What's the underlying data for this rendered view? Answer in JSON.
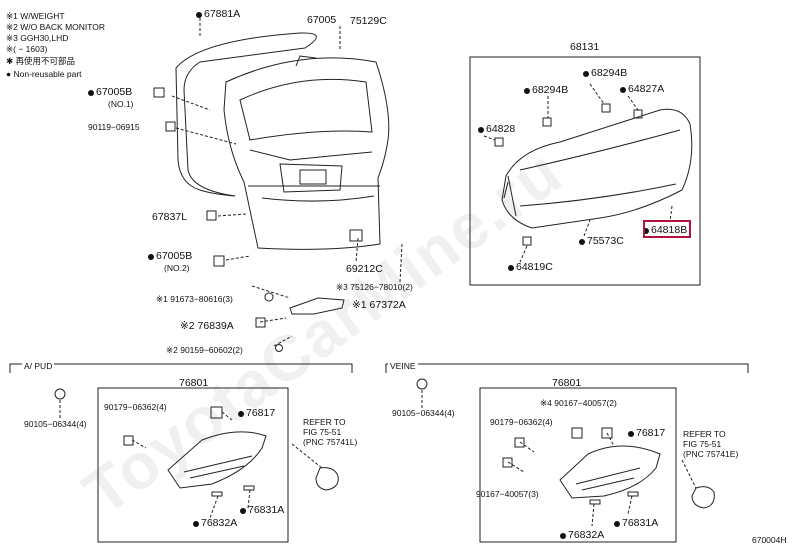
{
  "notes": [
    "※1 W/WEIGHT",
    "※2 W/O BACK MONITOR",
    "※3 GGH30,LHD",
    "※( − 1603)",
    "✱ 再使用不可部品",
    "● Non-reusable part"
  ],
  "section_labels": {
    "left": "A/ PUD",
    "right": "VEINE"
  },
  "parts": {
    "p67881A": "67881A",
    "p67005": "67005",
    "p75129C": "75129C",
    "p67005B_no1": "67005B",
    "p67005B_no1_note": "(NO.1)",
    "p90119": "90119−06915",
    "p67837L": "67837L",
    "p67005B_no2": "67005B",
    "p67005B_no2_note": "(NO.2)",
    "p69212C": "69212C",
    "p75126": "※3 75126−78010(2)",
    "p91673": "※1 91673−80616(3)",
    "p67372A": "※1 67372A",
    "p76839A": "※2 76839A",
    "p90159": "※2 90159−60602(2)",
    "p68131": "68131",
    "p68294B_a": "68294B",
    "p68294B_b": "68294B",
    "p64827A": "64827A",
    "p64828": "64828",
    "p64818B": "64818B",
    "p75573C": "75573C",
    "p64819C": "64819C",
    "l76801": "76801",
    "l90179": "90179−06362(4)",
    "l76817": "76817",
    "l90105": "90105−06344(4)",
    "l_refer1": "REFER TO",
    "l_refer2": "FIG 75-51",
    "l_refer3": "(PNC 75741L)",
    "l76831A": "76831A",
    "l76832A": "76832A",
    "r76801": "76801",
    "r90105": "90105−06344(4)",
    "r90179": "90179−06362(4)",
    "r90167a": "※4 90167−40057(2)",
    "r76817": "76817",
    "r90167b": "90167−40057(3)",
    "r_refer1": "REFER TO",
    "r_refer2": "FIG 75-51",
    "r_refer3": "(PNC 75741E)",
    "r76832A": "76832A",
    "r76831A": "76831A"
  },
  "diagram_code": "670004H",
  "watermark": "ToyotaCarMine.ru",
  "highlight_color": "#b0143c"
}
